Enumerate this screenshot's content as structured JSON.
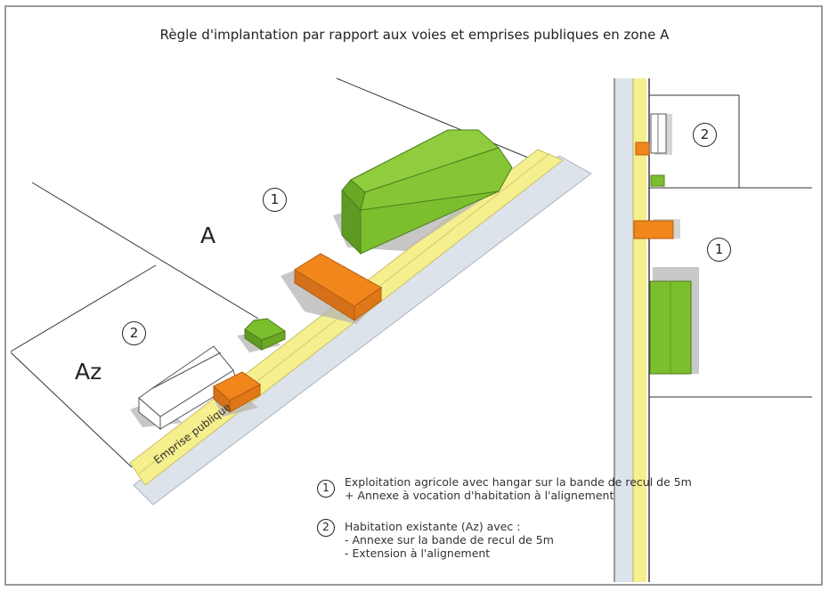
{
  "title": "Règle d'implantation par rapport aux voies et emprises publiques en zone A",
  "zones": {
    "zone_a": "A",
    "zone_az": "Az"
  },
  "road_label": "Emprise publique",
  "markers": {
    "one": "1",
    "two": "2"
  },
  "legend": {
    "item1": {
      "number": "1",
      "line1": "Exploitation agricole avec hangar sur la bande de recul de 5m",
      "line2": "+ Annexe à vocation d'habitation à l'alignement"
    },
    "item2": {
      "number": "2",
      "line1": "Habitation existante (Az) avec :",
      "line2": "-  Annexe sur la bande de recul de 5m",
      "line3": "-   Extension à l'alignement"
    }
  },
  "colors": {
    "setback_band": "#f6ef8e",
    "road": "#dde3ea",
    "agricultural_building": "#7bbf2e",
    "annex": "#f0861c",
    "existing_house": "#ffffff"
  }
}
